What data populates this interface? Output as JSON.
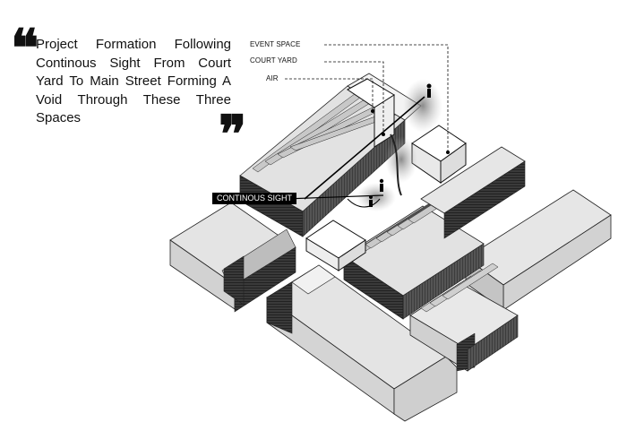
{
  "caption": {
    "text": "Project Formation Following Continous Sight From Court Yard To Main Street Forming A Void Through These Three Spaces",
    "open_quote": "❝",
    "close_quote": "❞"
  },
  "labels": {
    "event_space": "EVENT SPACE",
    "court_yard": "COURT YARD",
    "air": "AIR",
    "continous_sight": "CONTINOUS SIGHT"
  },
  "icons": [
    "quote-open-icon",
    "quote-close-icon",
    "person-figure-icon"
  ],
  "colors": {
    "block_top": "#e6e6e6",
    "block_side": "#cfcfcf",
    "block_dark": "#2a2a2a",
    "highlight": "#ffffff",
    "ink": "#111111"
  }
}
